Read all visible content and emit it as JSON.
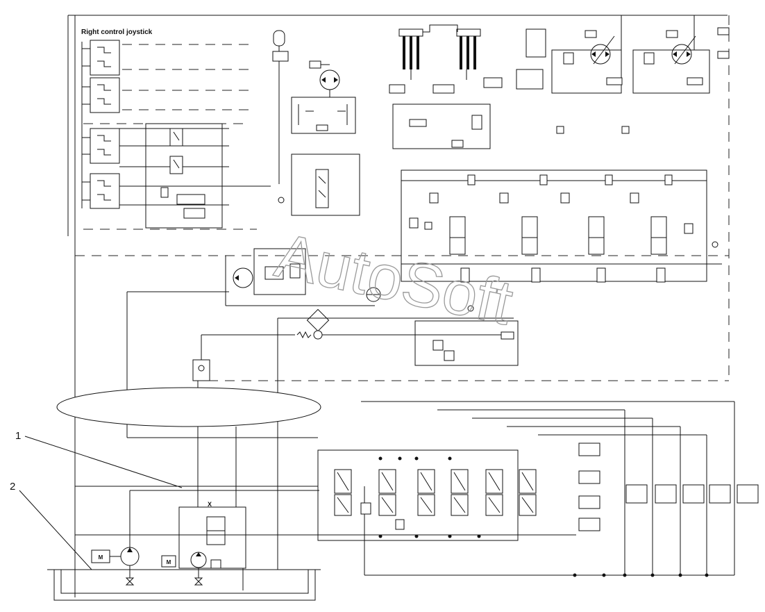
{
  "diagram": {
    "title": "Right control joystick",
    "callouts": [
      {
        "id": "1",
        "label": "1"
      },
      {
        "id": "2",
        "label": "2"
      }
    ],
    "motor_labels": [
      "M",
      "M"
    ],
    "valve_mark": "X",
    "watermark": "AutoSoft"
  }
}
